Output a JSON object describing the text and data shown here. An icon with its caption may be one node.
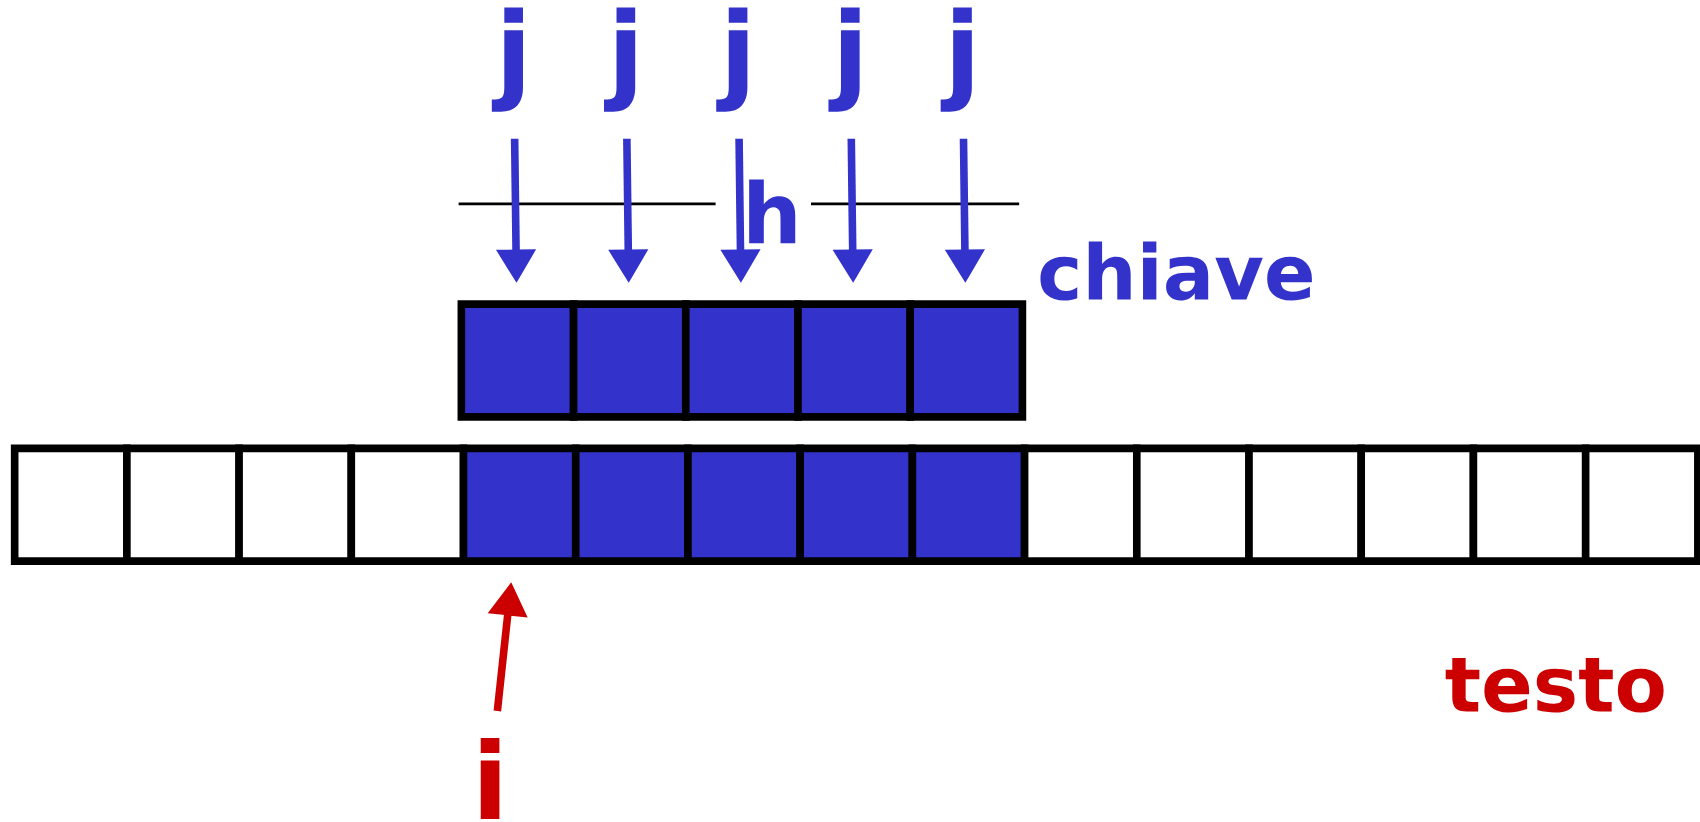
{
  "diagram": {
    "nodes": [
      {
        "text": [
          "j"
        ]
      },
      {
        "text": [
          "j"
        ]
      },
      {
        "text": [
          "j"
        ]
      },
      {
        "text": [
          "j"
        ]
      },
      {
        "text": [
          "j"
        ]
      },
      {
        "text": [],
        "shape": "box"
      },
      {
        "text": [],
        "shape": "box"
      },
      {
        "text": [],
        "shape": "box"
      },
      {
        "text": [],
        "shape": "box"
      },
      {
        "text": [],
        "shape": "box"
      },
      {
        "text": [],
        "shape": "box"
      },
      {
        "text": [],
        "shape": "box"
      },
      {
        "text": [],
        "shape": "box"
      },
      {
        "text": [],
        "shape": "box"
      },
      {
        "text": [],
        "shape": "box"
      },
      {
        "text": [],
        "shape": "box"
      },
      {
        "text": [],
        "shape": "box"
      },
      {
        "text": [],
        "shape": "box"
      },
      {
        "text": [],
        "shape": "box"
      },
      {
        "text": [],
        "shape": "box"
      },
      {
        "text": [],
        "shape": "box"
      },
      {
        "text": [],
        "shape": "box"
      },
      {
        "text": [],
        "shape": "box"
      },
      {
        "text": [],
        "shape": "box"
      },
      {
        "text": [],
        "shape": "box"
      },
      {
        "text": [
          "i"
        ]
      }
    ],
    "edges": [
      {
        "from": 0,
        "to": 5,
        "arrow": "to"
      },
      {
        "from": 1,
        "to": 6,
        "arrow": "to"
      },
      {
        "from": 2,
        "to": 7,
        "arrow": "to"
      },
      {
        "from": 3,
        "to": 8,
        "arrow": "to"
      },
      {
        "from": 4,
        "to": 9,
        "arrow": "to"
      },
      {
        "from": 25,
        "to": 14,
        "arrow": "to",
        "color": "#cc0000"
      }
    ],
    "labels": [
      "h",
      "chiave",
      "testo"
    ]
  }
}
